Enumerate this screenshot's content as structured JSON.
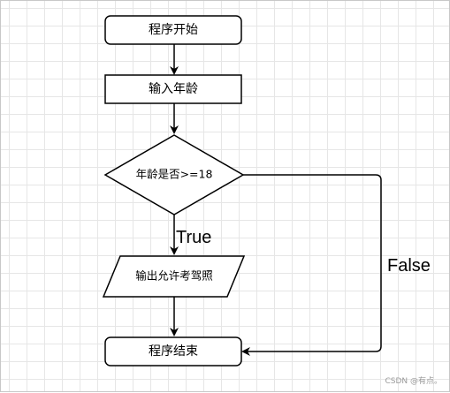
{
  "flowchart": {
    "nodes": {
      "start": "程序开始",
      "input": "输入年龄",
      "decision": "年龄是否>=18",
      "output": "输出允许考驾照",
      "end": "程序结束"
    },
    "edges": {
      "true_label": "True",
      "false_label": "False"
    }
  },
  "watermark": "CSDN @有点。",
  "colors": {
    "stroke": "#000000",
    "grid": "#e6e6e6",
    "background": "#ffffff"
  }
}
